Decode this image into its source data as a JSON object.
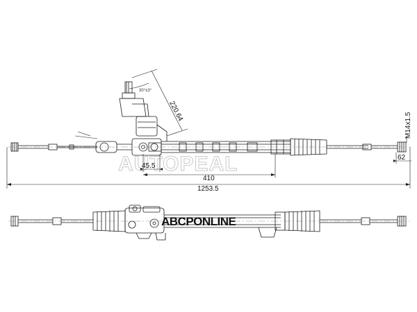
{
  "dimensions": {
    "length_total": "1253.5",
    "length_rack": "410",
    "offset_pinion": "45.5",
    "input_height": "220.64",
    "thread": "M14x1.5",
    "end_length": "62",
    "angle_input": "30°±3°"
  },
  "watermarks": {
    "top": "AUTOPEAL",
    "bottom": "ABCPONLINE"
  },
  "colors": {
    "line": "#1a1a1a",
    "watermark": "#c9c9c9"
  }
}
